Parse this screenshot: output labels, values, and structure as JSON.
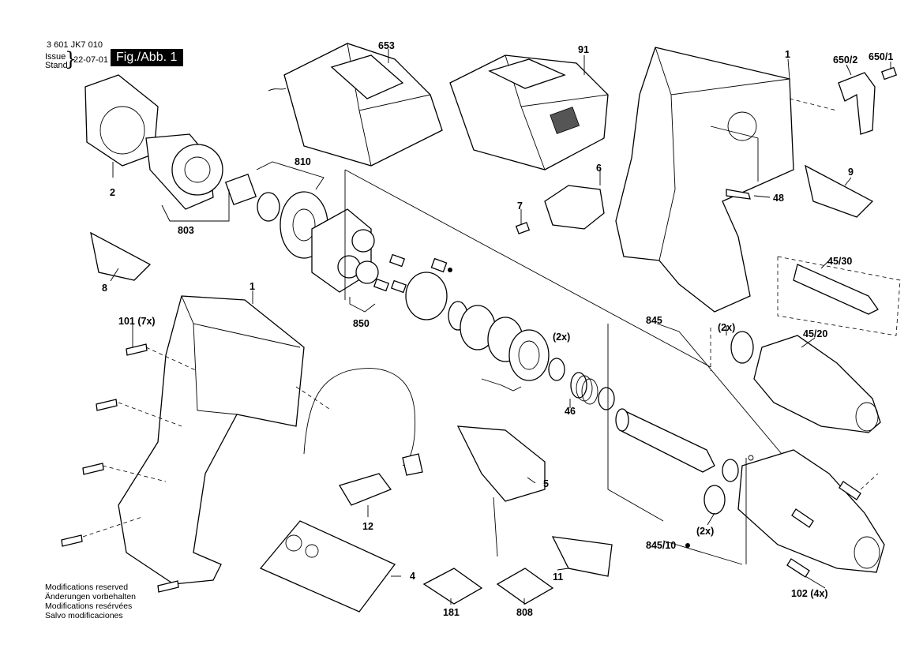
{
  "header": {
    "doc_number": "3 601 JK7 010",
    "issue_label": "Issue",
    "stand_label": "Stand",
    "issue_date": "22-07-01",
    "figure_label": "Fig./Abb. 1"
  },
  "notes": [
    "Modifications reserved",
    "Änderungen vorbehalten",
    "Modifications resérvées",
    "Salvo modificaciones"
  ],
  "callouts": {
    "653": "653",
    "91": "91",
    "1_top": "1",
    "650_2": "650/2",
    "650_1": "650/1",
    "2": "2",
    "803": "803",
    "810": "810",
    "6": "6",
    "7": "7",
    "48": "48",
    "9": "9",
    "8": "8",
    "1_housing": "1",
    "101": "101 (7x)",
    "850": "850",
    "45_30": "45/30",
    "845": "845",
    "2x_a": "(2x)",
    "2x_b": "(2x)",
    "45_20": "45/20",
    "46": "46",
    "5": "5",
    "12": "12",
    "4": "4",
    "11": "11",
    "181": "181",
    "808": "808",
    "2x_c": "(2x)",
    "845_10": "845/10",
    "102": "102 (4x)"
  }
}
